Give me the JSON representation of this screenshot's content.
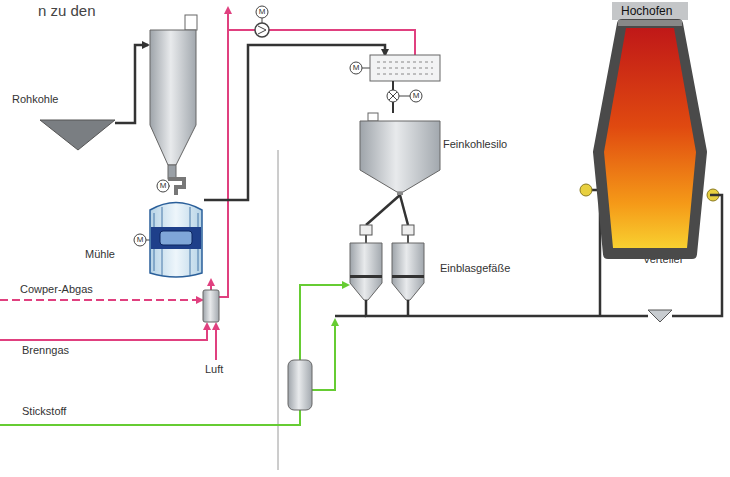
{
  "diagram": {
    "nodes": [
      {
        "text": [
          "Rohkohle"
        ]
      },
      {
        "text": [
          "Mühle"
        ]
      },
      {
        "text": [
          "Feinkohlesilo"
        ]
      },
      {
        "text": [
          "Einblasgefäße"
        ]
      },
      {
        "text": [
          "Verteiler"
        ]
      },
      {
        "text": [
          "Hochofen"
        ]
      }
    ],
    "edges": [
      {
        "from": 0,
        "to": 1,
        "arrow": "to"
      },
      {
        "from": 1,
        "to": 2,
        "arrow": "to"
      },
      {
        "from": 2,
        "to": 3,
        "arrow": "none"
      },
      {
        "from": 3,
        "to": 4,
        "arrow": "none"
      },
      {
        "from": 4,
        "to": 5,
        "arrow": "none"
      }
    ],
    "labels": [
      "n zu den",
      "Cowper-Abgas",
      "Brenngas",
      "Luft",
      "Stickstoff",
      "M",
      "M",
      "M",
      "M",
      "M"
    ]
  }
}
